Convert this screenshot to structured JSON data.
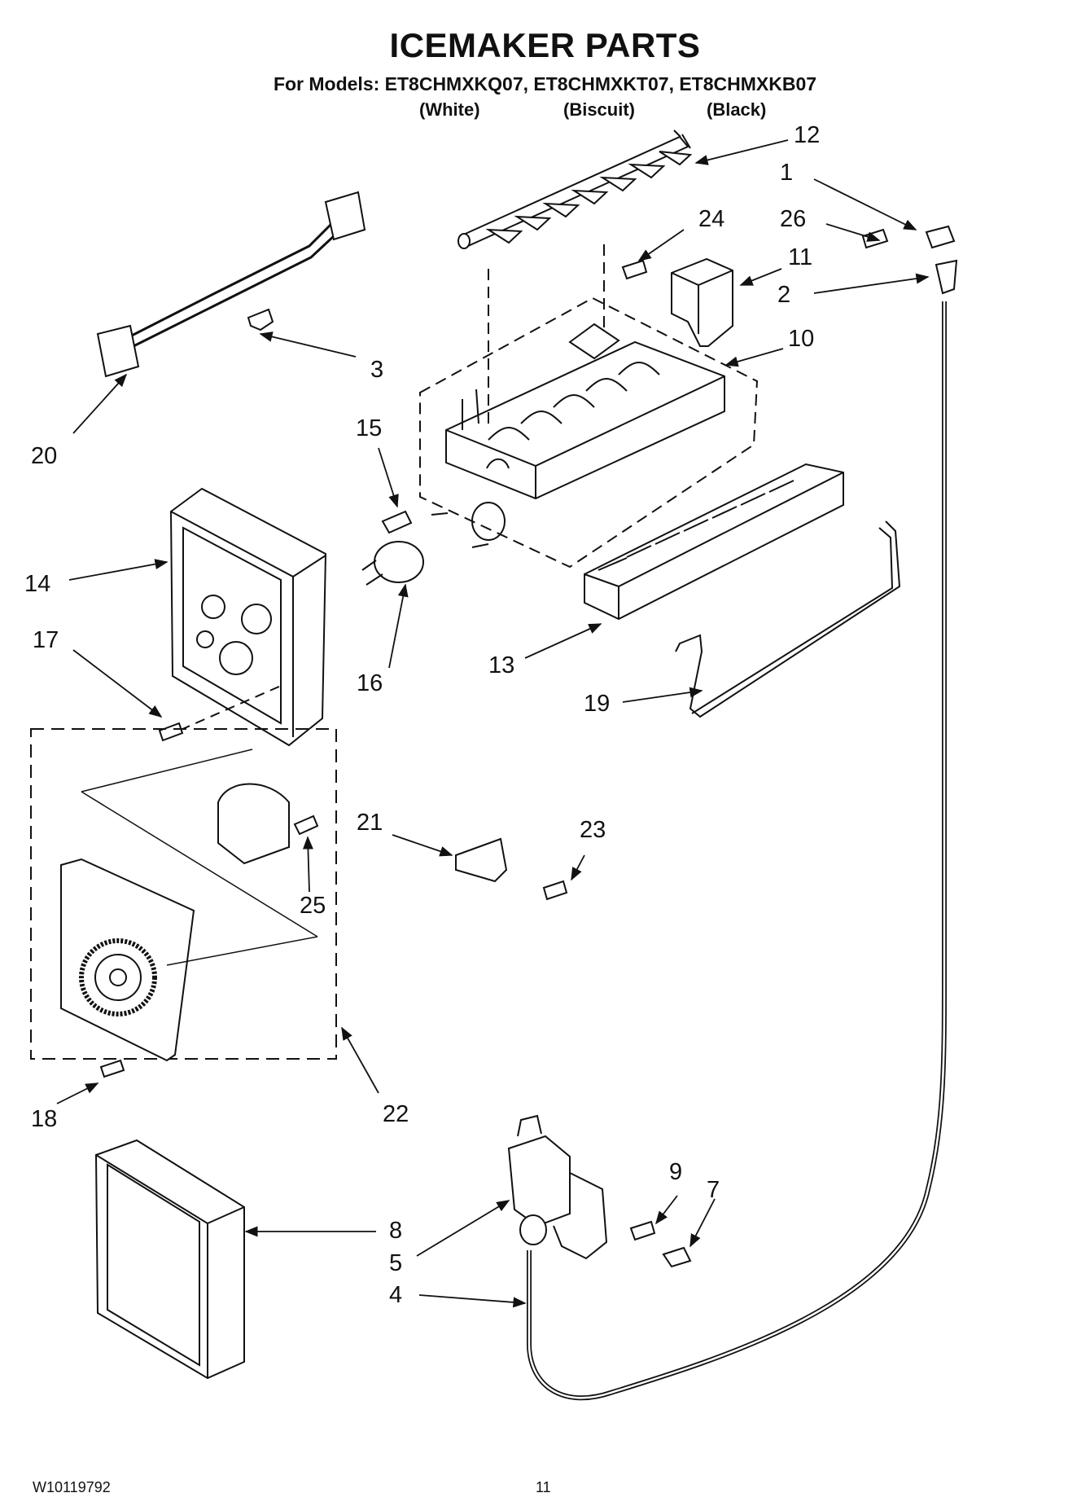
{
  "title": "ICEMAKER PARTS",
  "models_line": "For Models: ET8CHMXKQ07, ET8CHMXKT07, ET8CHMXKB07",
  "colors": [
    "(White)",
    "(Biscuit)",
    "(Black)"
  ],
  "callouts": [
    "1",
    "2",
    "3",
    "4",
    "5",
    "7",
    "8",
    "9",
    "10",
    "11",
    "12",
    "13",
    "14",
    "15",
    "16",
    "17",
    "18",
    "19",
    "20",
    "21",
    "22",
    "23",
    "24",
    "25",
    "26"
  ],
  "footer": {
    "doc_number": "W10119792",
    "page_number": "11"
  }
}
